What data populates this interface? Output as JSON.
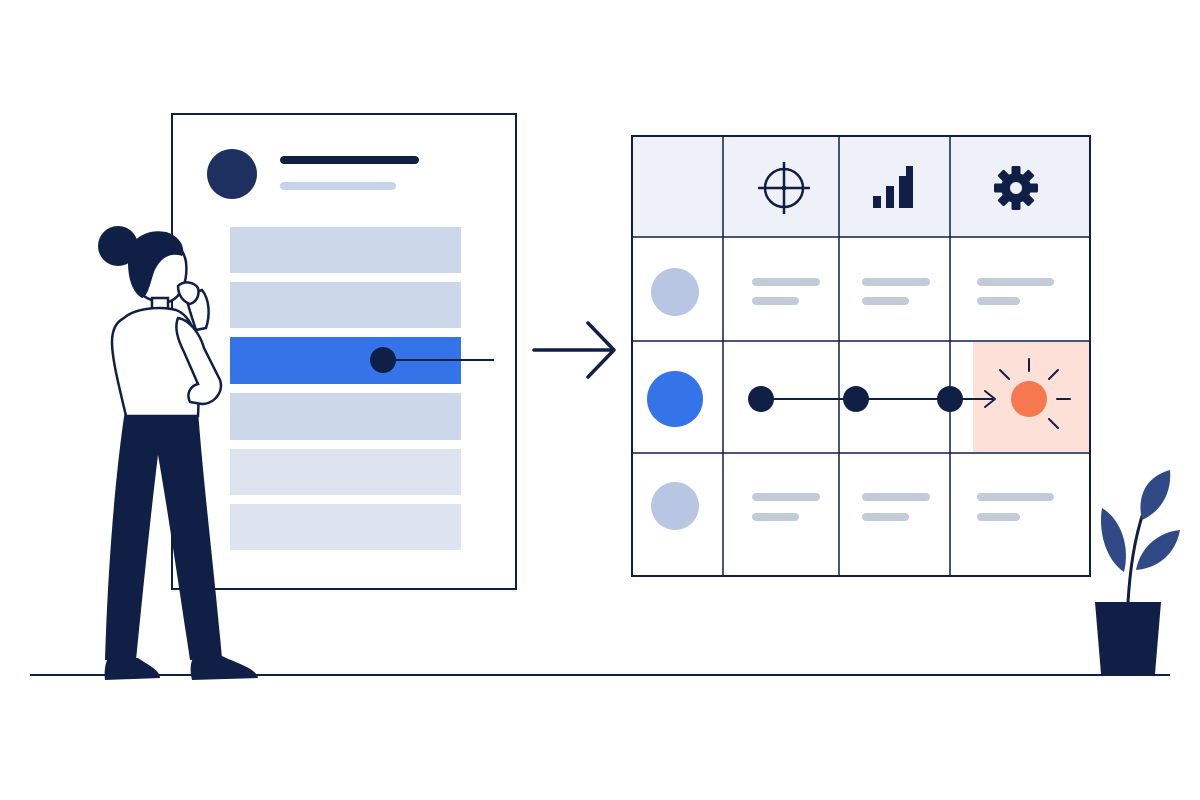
{
  "colors": {
    "navy": "#0f1f45",
    "accent_blue": "#3574e8",
    "soft_blue": "#b8c6e3",
    "pale_blue": "#ccd7ea",
    "lighter_blue": "#dde4f0",
    "header_fill": "#eef1f7",
    "placeholder_gray": "#c3cad8",
    "highlight_cell": "#fde1d8",
    "alert_orange": "#f5784f",
    "background": "#ffffff"
  },
  "document": {
    "rows": [
      {
        "state": "normal"
      },
      {
        "state": "normal"
      },
      {
        "state": "selected"
      },
      {
        "state": "normal"
      },
      {
        "state": "faded"
      },
      {
        "state": "faded"
      }
    ]
  },
  "grid": {
    "columns": [
      {
        "icon": "none"
      },
      {
        "icon": "crosshair-icon"
      },
      {
        "icon": "bar-chart-icon"
      },
      {
        "icon": "gear-icon"
      }
    ],
    "rows": [
      {
        "state": "normal"
      },
      {
        "state": "active"
      },
      {
        "state": "normal"
      }
    ],
    "highlighted_cell": {
      "row": 2,
      "column": 4,
      "icon": "burst-icon"
    }
  },
  "scene": {
    "person": "thinking-person",
    "plant": "potted-plant"
  }
}
